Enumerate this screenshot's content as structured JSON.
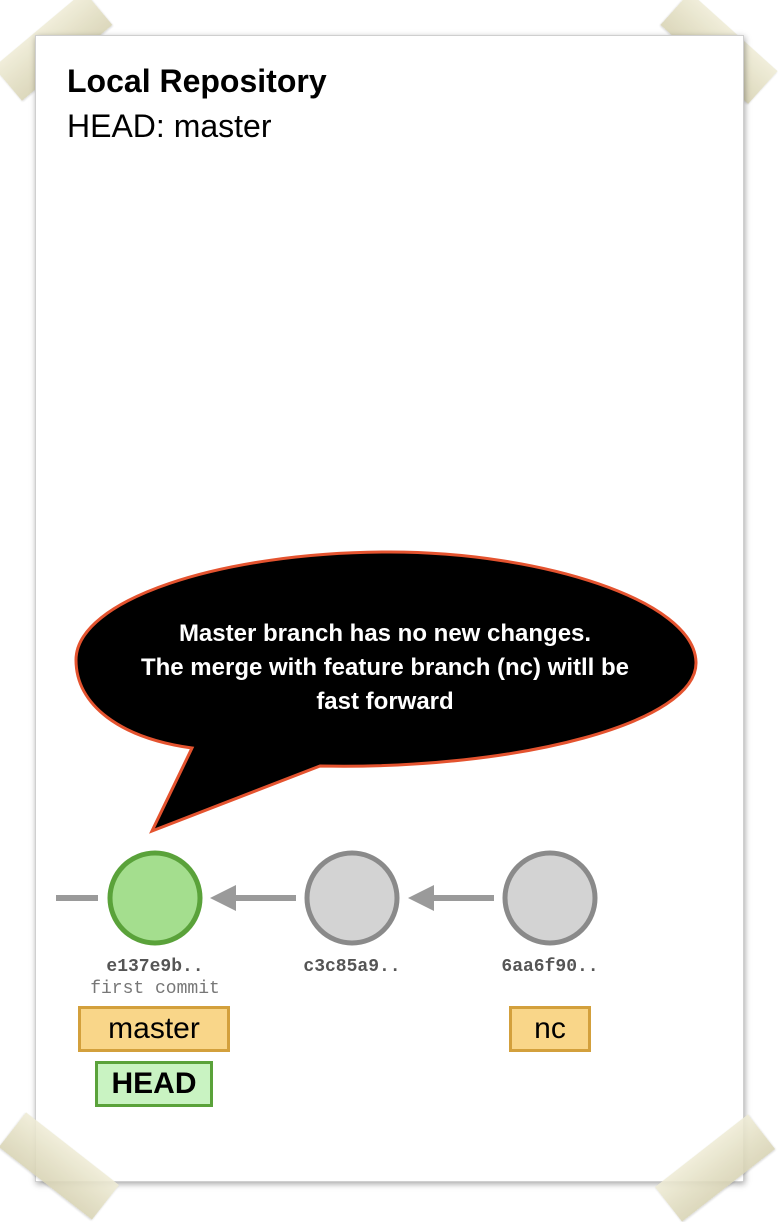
{
  "header": {
    "title": "Local Repository",
    "subtitle": "HEAD: master"
  },
  "callout": {
    "lines": [
      "Master branch has no new changes.",
      "The merge with feature branch (nc) witll be",
      "fast forward"
    ]
  },
  "commits": [
    {
      "hash": "e137e9b..",
      "message": "first commit",
      "state": "current",
      "fill": "#a4de8e",
      "stroke": "#5aa23a"
    },
    {
      "hash": "c3c85a9..",
      "message": "",
      "state": "normal",
      "fill": "#d3d3d3",
      "stroke": "#8a8a8a"
    },
    {
      "hash": "6aa6f90..",
      "message": "",
      "state": "normal",
      "fill": "#d3d3d3",
      "stroke": "#8a8a8a"
    }
  ],
  "refs": {
    "master": "master",
    "head": "HEAD",
    "nc": "nc"
  },
  "colors": {
    "branch_fill": "#f9d689",
    "branch_border": "#d3a03c",
    "head_fill": "#c9f3c2",
    "head_border": "#5aa23a",
    "bubble_fill": "#000000",
    "bubble_border": "#e4532f",
    "arrow": "#9a9a9a"
  }
}
